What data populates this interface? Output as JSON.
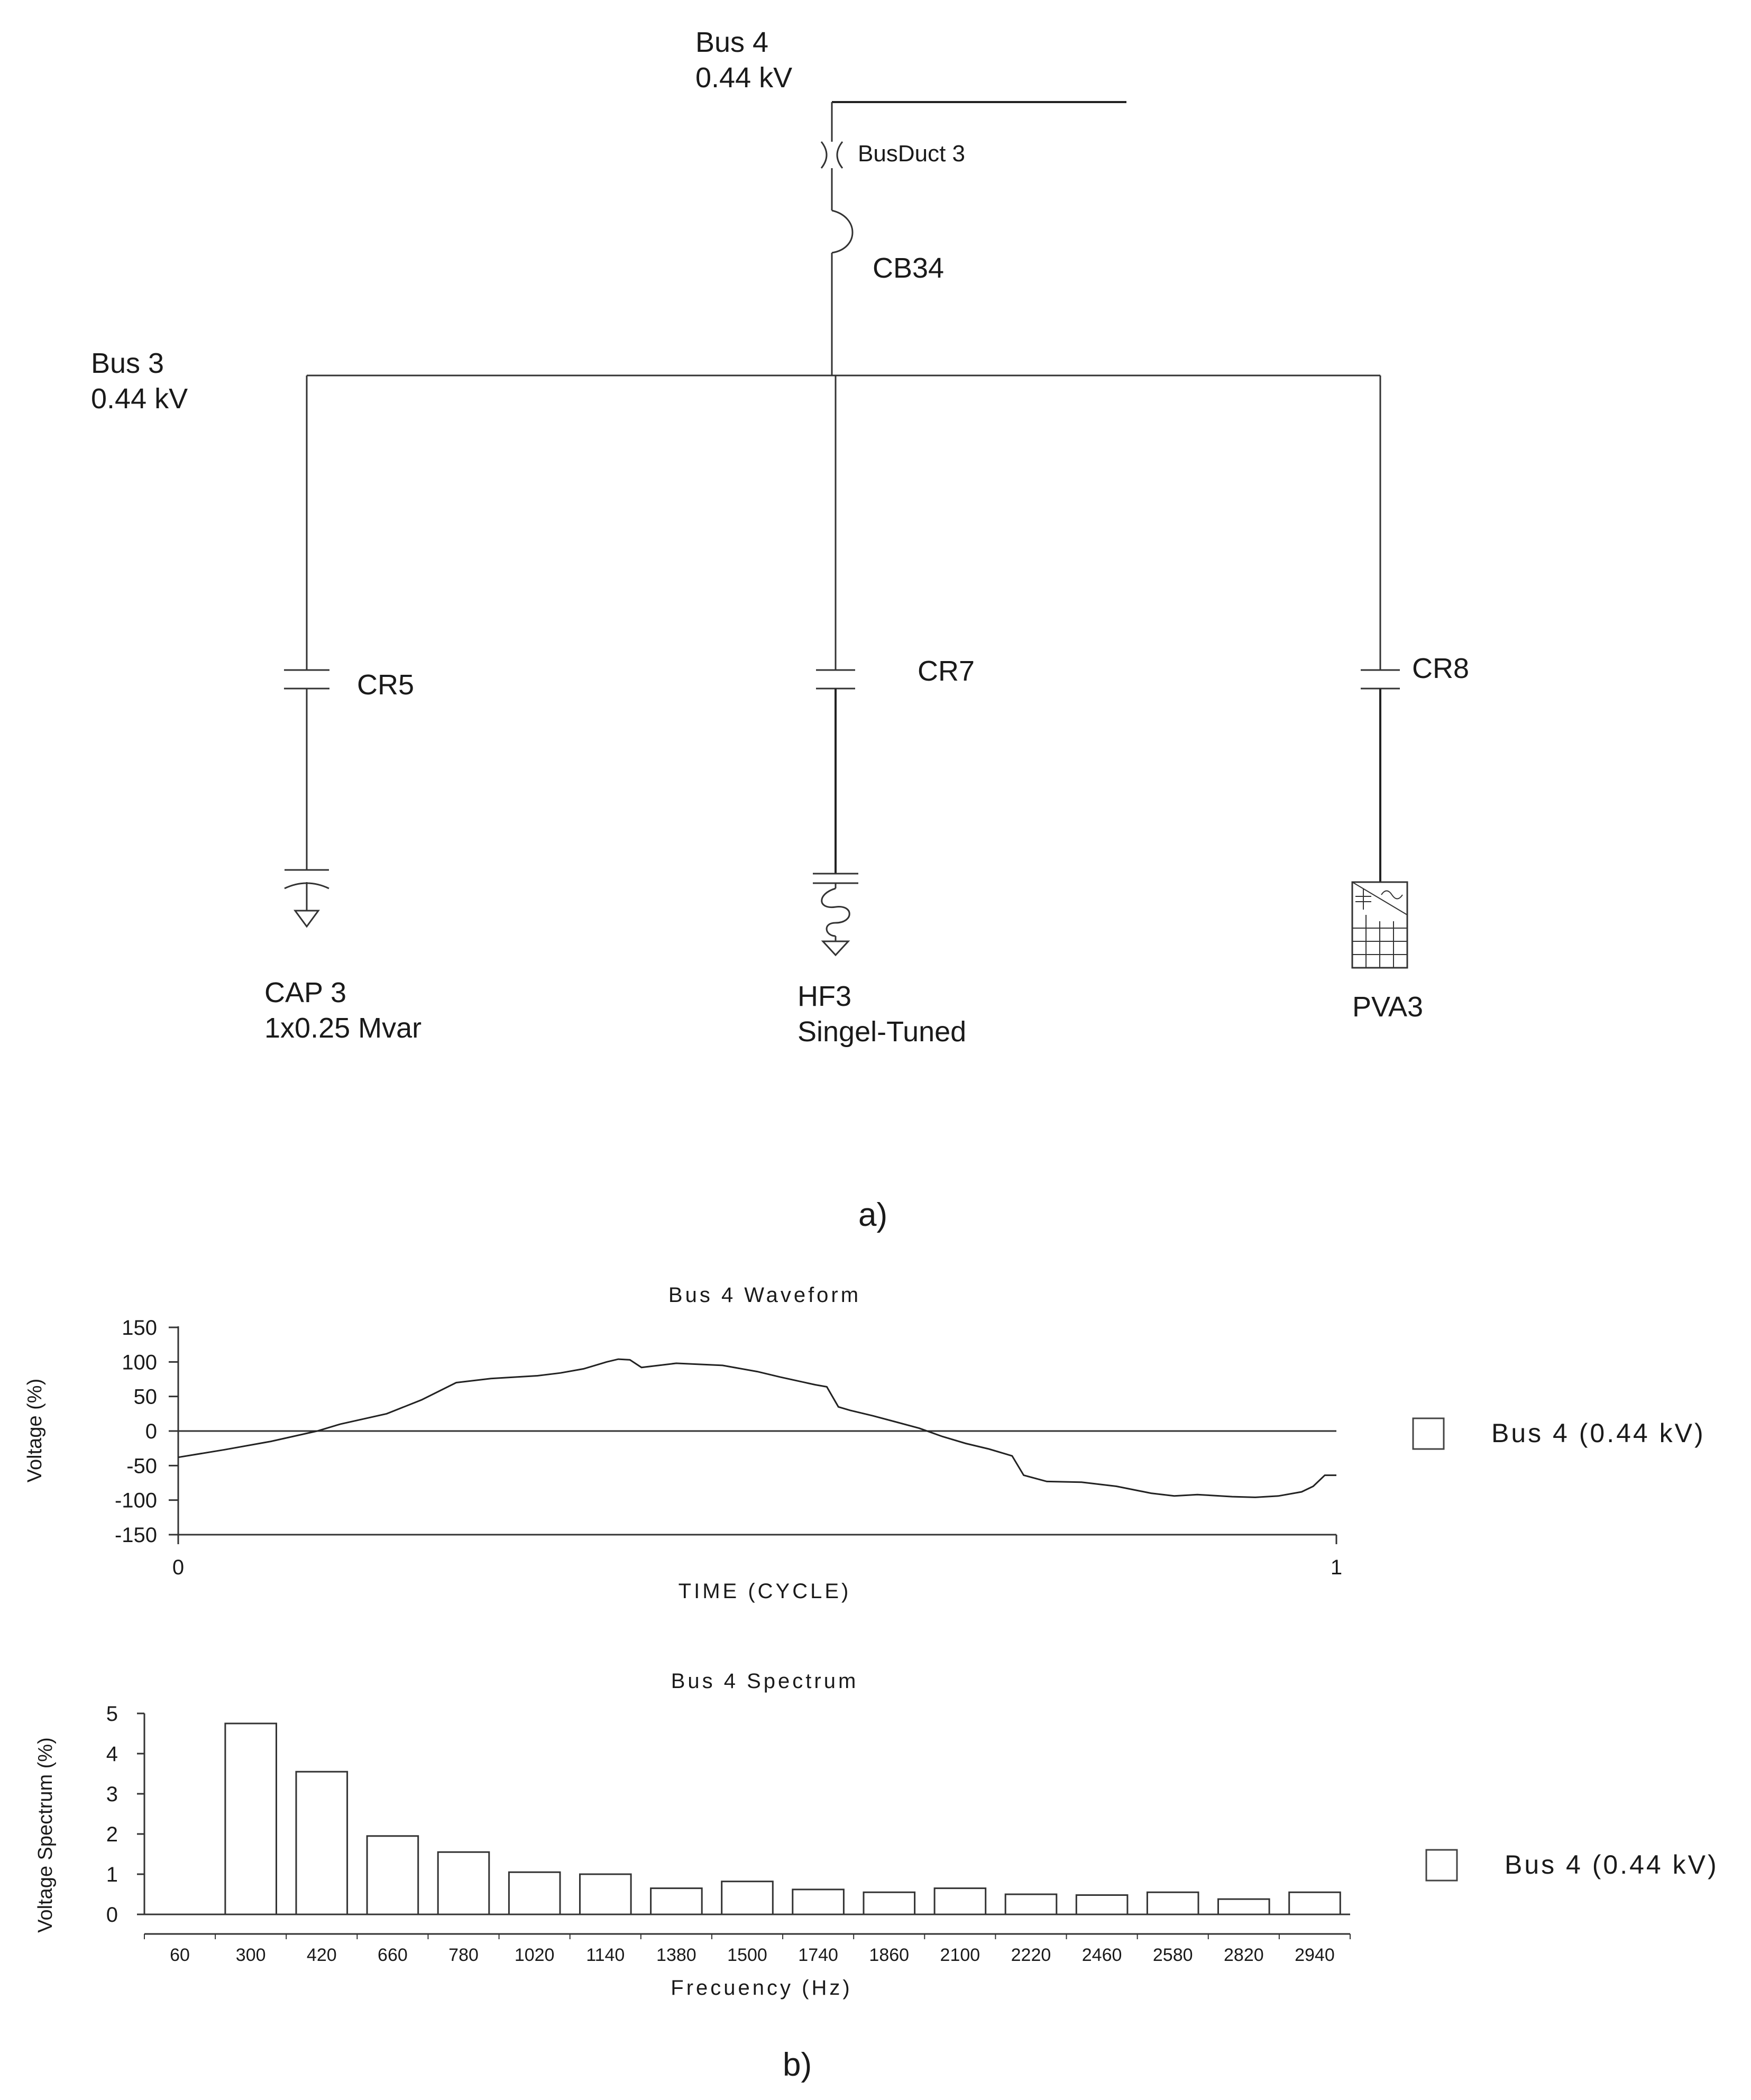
{
  "diagram": {
    "bus4": {
      "name": "Bus 4",
      "voltage": "0.44 kV"
    },
    "bus3": {
      "name": "Bus 3",
      "voltage": "0.44 kV"
    },
    "busduct": "BusDuct 3",
    "breaker": "CB34",
    "cr5": "CR5",
    "cr7": "CR7",
    "cr8": "CR8",
    "cap3": {
      "name": "CAP 3",
      "rating": "1x0.25 Mvar"
    },
    "hf3": {
      "name": "HF3",
      "type": "Singel-Tuned"
    },
    "pva3": "PVA3",
    "caption_a": "a)",
    "caption_b": "b)"
  },
  "chart_data": [
    {
      "type": "line",
      "title": "Bus 4 Waveform",
      "xlabel": "TIME (CYCLE)",
      "ylabel": "Voltage (%)",
      "xlim": [
        0,
        1
      ],
      "ylim": [
        -150,
        150
      ],
      "x_ticks": [
        "0",
        "1"
      ],
      "y_ticks": [
        "150",
        "100",
        "50",
        "0",
        "-50",
        "-100",
        "-150"
      ],
      "grid": false,
      "legend_position": "right",
      "series": [
        {
          "name": "Bus 4 (0.44 kV)",
          "x": [
            0,
            0.04,
            0.08,
            0.12,
            0.14,
            0.18,
            0.21,
            0.24,
            0.27,
            0.29,
            0.31,
            0.33,
            0.35,
            0.37,
            0.38,
            0.39,
            0.4,
            0.43,
            0.47,
            0.5,
            0.52,
            0.55,
            0.56,
            0.57,
            0.58,
            0.6,
            0.62,
            0.64,
            0.66,
            0.68,
            0.7,
            0.72,
            0.73,
            0.75,
            0.78,
            0.81,
            0.84,
            0.86,
            0.88,
            0.91,
            0.93,
            0.95,
            0.97,
            0.98,
            0.99,
            1.0
          ],
          "y": [
            -38,
            -27,
            -15,
            0,
            10,
            25,
            45,
            70,
            76,
            78,
            80,
            84,
            90,
            100,
            104,
            103,
            92,
            98,
            95,
            86,
            78,
            67,
            64,
            35,
            30,
            22,
            13,
            4,
            -8,
            -18,
            -26,
            -36,
            -64,
            -73,
            -74,
            -80,
            -90,
            -94,
            -92,
            -95,
            -96,
            -94,
            -88,
            -80,
            -64,
            -64
          ]
        }
      ]
    },
    {
      "type": "bar",
      "title": "Bus 4 Spectrum",
      "xlabel": "Frecuency (Hz)",
      "ylabel": "Voltage Spectrum (%)",
      "ylim": [
        0,
        5
      ],
      "y_ticks": [
        "5",
        "4",
        "3",
        "2",
        "1",
        "0"
      ],
      "grid": false,
      "legend_position": "right",
      "categories": [
        "60",
        "300",
        "420",
        "660",
        "780",
        "1020",
        "1140",
        "1380",
        "1500",
        "1740",
        "1860",
        "2100",
        "2220",
        "2460",
        "2580",
        "2820",
        "2940"
      ],
      "series": [
        {
          "name": "Bus 4 (0.44 kV)",
          "values": [
            0,
            4.75,
            3.55,
            1.95,
            1.55,
            1.05,
            1.0,
            0.65,
            0.82,
            0.62,
            0.55,
            0.65,
            0.5,
            0.48,
            0.55,
            0.38,
            0.55
          ]
        }
      ]
    }
  ]
}
